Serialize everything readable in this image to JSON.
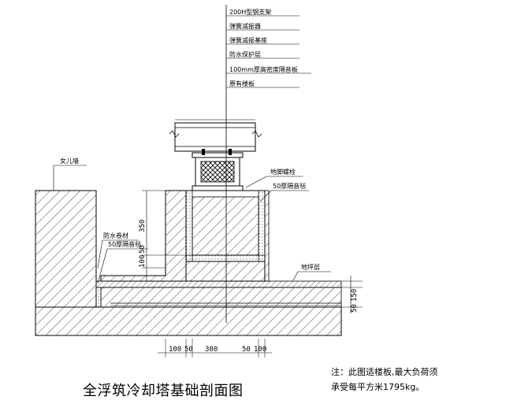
{
  "drawing": {
    "title": "全浮筑冷却塔基础剖面图",
    "note_line1": "注：此图适楼板,最大负荷须",
    "note_line2": "承受每平方米1795kg。",
    "layer_callouts": [
      "200H型钢支架",
      "弹簧减振器",
      "弹簧减振基座",
      "防水保护层",
      "100mm厚高密度隔音板",
      "原有楼板"
    ],
    "labels": {
      "wall": "女儿墙",
      "base_steel": "地脚螺栓",
      "base_insul": "50厚隔音毡",
      "left_a": "防水卷材",
      "left_b": "50厚隔音毡",
      "floor_right": "地坪层"
    },
    "dims_vertical": [
      "350",
      "100",
      "50"
    ],
    "dims_right": [
      "50",
      "150"
    ],
    "dims_bottom": [
      "100",
      "50",
      "300",
      "50",
      "100"
    ]
  }
}
